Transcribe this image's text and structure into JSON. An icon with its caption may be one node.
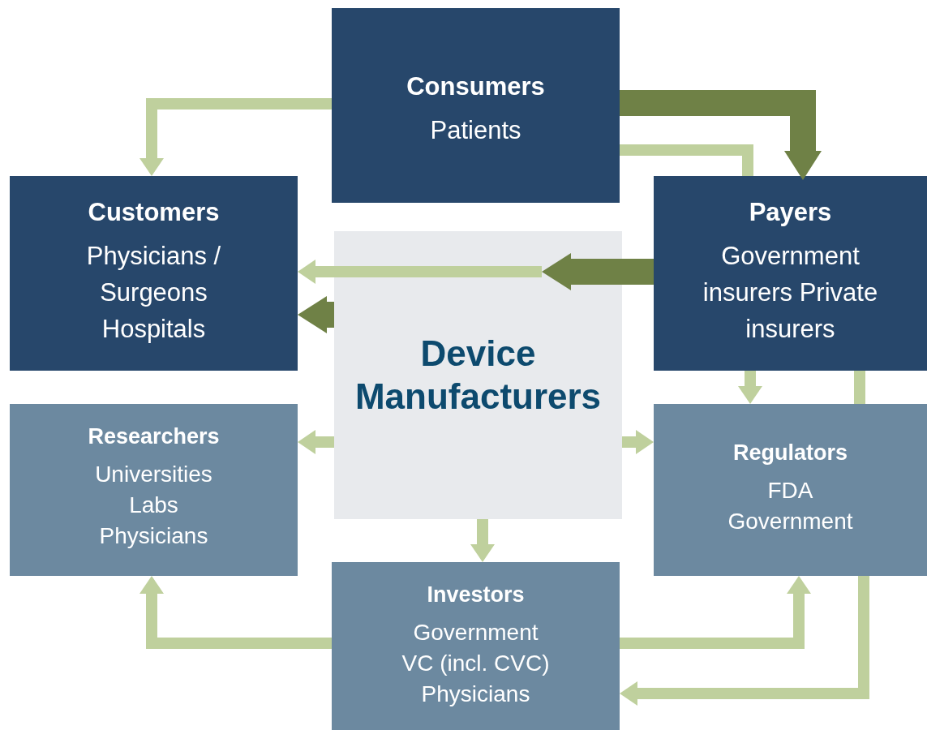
{
  "diagram": {
    "nodes": [
      {
        "text": [
          "Consumers",
          "Patients"
        ]
      },
      {
        "text": [
          "Customers",
          "Physicians / Surgeons Hospitals"
        ]
      },
      {
        "text": [
          "Payers",
          "Government insurers Private insurers"
        ]
      },
      {
        "text": [
          "Device Manufacturers"
        ]
      },
      {
        "text": [
          "Researchers",
          "Universities Labs Physicians"
        ]
      },
      {
        "text": [
          "Regulators",
          "FDA Government"
        ]
      },
      {
        "text": [
          "Investors",
          "Government VC (incl. CVC) Physicians"
        ]
      }
    ],
    "edges": [
      {
        "from": 0,
        "to": 1,
        "arrow": "to"
      },
      {
        "from": 0,
        "to": 2,
        "arrow": "to",
        "style": "thick",
        "color": "#6f8146"
      },
      {
        "from": 0,
        "to": 2,
        "arrow": "none"
      },
      {
        "from": 2,
        "to": 3,
        "arrow": "to",
        "style": "thick",
        "color": "#6f8146"
      },
      {
        "from": 3,
        "to": 1,
        "arrow": "to"
      },
      {
        "from": 3,
        "to": 1,
        "arrow": "to",
        "style": "thick",
        "color": "#6f8146"
      },
      {
        "from": 3,
        "to": 4,
        "arrow": "to"
      },
      {
        "from": 3,
        "to": 5,
        "arrow": "to"
      },
      {
        "from": 3,
        "to": 6,
        "arrow": "to"
      },
      {
        "from": 2,
        "to": 5,
        "arrow": "to"
      },
      {
        "from": 2,
        "to": 5,
        "arrow": "none"
      },
      {
        "from": 6,
        "to": 4,
        "arrow": "to"
      },
      {
        "from": 6,
        "to": 5,
        "arrow": "to"
      },
      {
        "from": 5,
        "to": 6,
        "arrow": "to"
      }
    ]
  }
}
